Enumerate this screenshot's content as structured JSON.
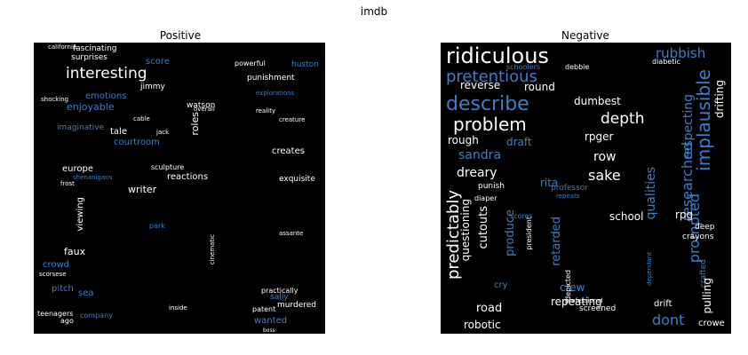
{
  "figure": {
    "title": "imdb"
  },
  "colors": {
    "white": "#ffffff",
    "blue": "#3a7fc9",
    "light": "#9ec4ea"
  },
  "panels": [
    {
      "title": "Positive",
      "words": [
        {
          "text": "interesting",
          "color": "white"
        },
        {
          "text": "fascinating",
          "color": "white"
        },
        {
          "text": "surprises",
          "color": "white"
        },
        {
          "text": "score",
          "color": "blue"
        },
        {
          "text": "huston",
          "color": "blue"
        },
        {
          "text": "enjoyable",
          "color": "blue"
        },
        {
          "text": "emotions",
          "color": "blue"
        },
        {
          "text": "watson",
          "color": "white"
        },
        {
          "text": "jimmy",
          "color": "white"
        },
        {
          "text": "punishment",
          "color": "white"
        },
        {
          "text": "imaginative",
          "color": "blue"
        },
        {
          "text": "tale",
          "color": "white"
        },
        {
          "text": "roles",
          "color": "white"
        },
        {
          "text": "courtroom",
          "color": "blue"
        },
        {
          "text": "creates",
          "color": "white"
        },
        {
          "text": "europe",
          "color": "white"
        },
        {
          "text": "reactions",
          "color": "white"
        },
        {
          "text": "writer",
          "color": "white"
        },
        {
          "text": "exquisite",
          "color": "white"
        },
        {
          "text": "viewing",
          "color": "white"
        },
        {
          "text": "faux",
          "color": "white"
        },
        {
          "text": "crowd",
          "color": "blue"
        },
        {
          "text": "pitch",
          "color": "blue"
        },
        {
          "text": "sea",
          "color": "blue"
        },
        {
          "text": "murdered",
          "color": "white"
        },
        {
          "text": "practically",
          "color": "white"
        },
        {
          "text": "sally",
          "color": "blue"
        },
        {
          "text": "wanted",
          "color": "blue"
        },
        {
          "text": "teenagers",
          "color": "white"
        },
        {
          "text": "ago",
          "color": "white"
        },
        {
          "text": "company",
          "color": "blue"
        },
        {
          "text": "patent",
          "color": "white"
        },
        {
          "text": "park",
          "color": "blue"
        },
        {
          "text": "scorsese",
          "color": "white"
        },
        {
          "text": "sculpture",
          "color": "white"
        },
        {
          "text": "frost",
          "color": "white"
        },
        {
          "text": "inside",
          "color": "white"
        },
        {
          "text": "powerful",
          "color": "white"
        },
        {
          "text": "shocking",
          "color": "white"
        },
        {
          "text": "boss",
          "color": "white"
        },
        {
          "text": "shenanigans",
          "color": "blue"
        },
        {
          "text": "california",
          "color": "white"
        },
        {
          "text": "explorations",
          "color": "blue"
        },
        {
          "text": "creature",
          "color": "white"
        },
        {
          "text": "cinematic",
          "color": "white"
        },
        {
          "text": "overall",
          "color": "white"
        },
        {
          "text": "reality",
          "color": "white"
        },
        {
          "text": "assante",
          "color": "white"
        },
        {
          "text": "cable",
          "color": "white"
        },
        {
          "text": "jack",
          "color": "white"
        }
      ]
    },
    {
      "title": "Negative",
      "words": [
        {
          "text": "ridiculous",
          "color": "white"
        },
        {
          "text": "rubbish",
          "color": "blue"
        },
        {
          "text": "pretentious",
          "color": "blue"
        },
        {
          "text": "describe",
          "color": "blue"
        },
        {
          "text": "reverse",
          "color": "white"
        },
        {
          "text": "round",
          "color": "white"
        },
        {
          "text": "implausible",
          "color": "blue"
        },
        {
          "text": "respecting",
          "color": "blue"
        },
        {
          "text": "drifting",
          "color": "white"
        },
        {
          "text": "diabetic",
          "color": "white"
        },
        {
          "text": "dumbest",
          "color": "white"
        },
        {
          "text": "depth",
          "color": "white"
        },
        {
          "text": "problem",
          "color": "white"
        },
        {
          "text": "rough",
          "color": "white"
        },
        {
          "text": "draft",
          "color": "blue"
        },
        {
          "text": "rpger",
          "color": "white"
        },
        {
          "text": "sandra",
          "color": "blue"
        },
        {
          "text": "row",
          "color": "white"
        },
        {
          "text": "dreary",
          "color": "white"
        },
        {
          "text": "sake",
          "color": "white"
        },
        {
          "text": "researched",
          "color": "blue"
        },
        {
          "text": "prompted",
          "color": "blue"
        },
        {
          "text": "qualities",
          "color": "blue"
        },
        {
          "text": "rita",
          "color": "blue"
        },
        {
          "text": "professor",
          "color": "blue"
        },
        {
          "text": "predictably",
          "color": "white"
        },
        {
          "text": "questioning",
          "color": "white"
        },
        {
          "text": "cutouts",
          "color": "white"
        },
        {
          "text": "produce",
          "color": "blue"
        },
        {
          "text": "retarded",
          "color": "blue"
        },
        {
          "text": "school",
          "color": "white"
        },
        {
          "text": "rpg",
          "color": "white"
        },
        {
          "text": "crayons",
          "color": "white"
        },
        {
          "text": "deep",
          "color": "white"
        },
        {
          "text": "crafted",
          "color": "blue"
        },
        {
          "text": "pulling",
          "color": "white"
        },
        {
          "text": "crew",
          "color": "blue"
        },
        {
          "text": "repeating",
          "color": "white"
        },
        {
          "text": "road",
          "color": "white"
        },
        {
          "text": "cry",
          "color": "blue"
        },
        {
          "text": "screened",
          "color": "white"
        },
        {
          "text": "drift",
          "color": "white"
        },
        {
          "text": "dont",
          "color": "blue"
        },
        {
          "text": "robotic",
          "color": "white"
        },
        {
          "text": "crowe",
          "color": "white"
        },
        {
          "text": "punish",
          "color": "white"
        },
        {
          "text": "diaper",
          "color": "white"
        },
        {
          "text": "president",
          "color": "white"
        },
        {
          "text": "scores",
          "color": "blue"
        },
        {
          "text": "depicted",
          "color": "white"
        },
        {
          "text": "professional",
          "color": "white"
        },
        {
          "text": "schoolers",
          "color": "blue"
        },
        {
          "text": "debbie",
          "color": "white"
        },
        {
          "text": "dependant",
          "color": "blue"
        },
        {
          "text": "repeats",
          "color": "blue"
        }
      ]
    }
  ]
}
